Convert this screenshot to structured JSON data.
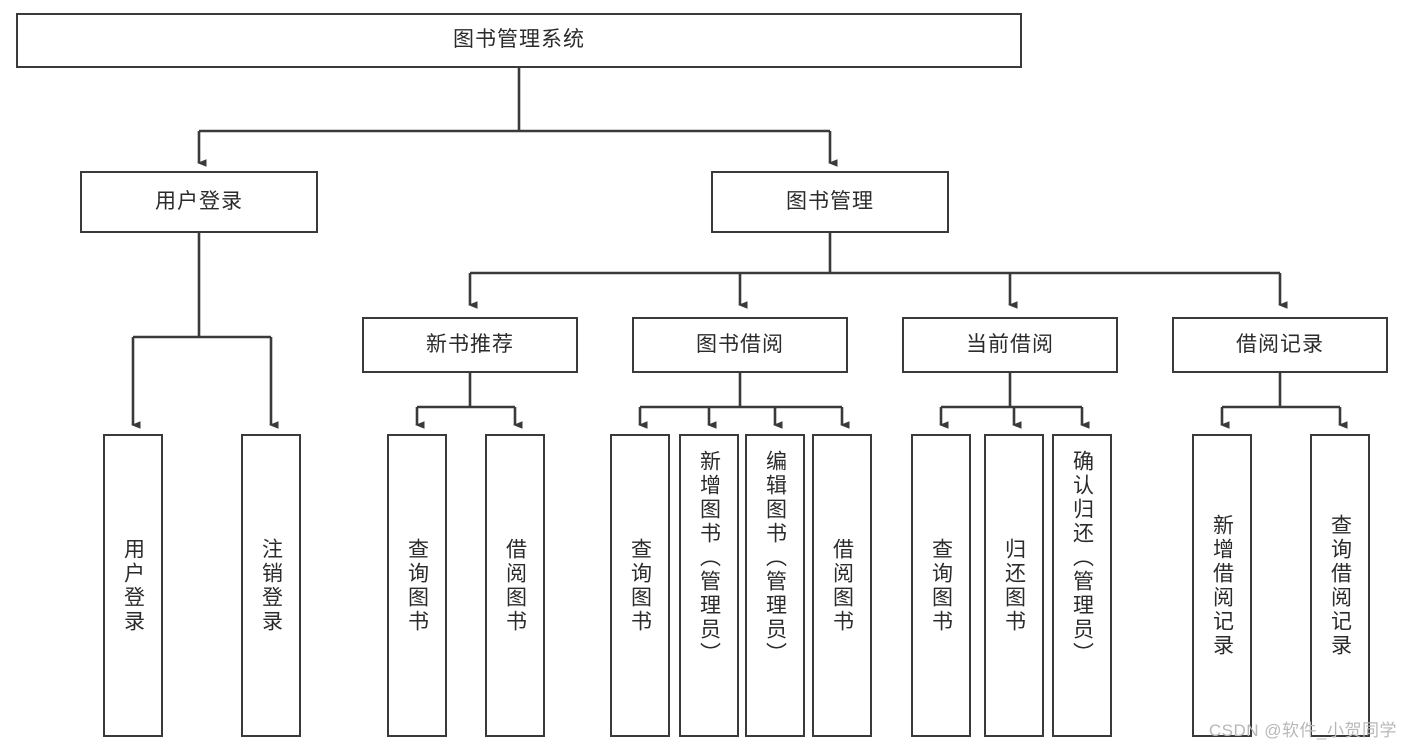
{
  "diagram": {
    "title_node": {
      "label": "图书管理系统"
    },
    "level2": [
      {
        "id": "user-login",
        "label": "用户登录"
      },
      {
        "id": "book-management",
        "label": "图书管理"
      }
    ],
    "level3": [
      {
        "id": "new-book-recommend",
        "label": "新书推荐"
      },
      {
        "id": "book-borrow",
        "label": "图书借阅"
      },
      {
        "id": "current-borrow",
        "label": "当前借阅"
      },
      {
        "id": "borrow-record",
        "label": "借阅记录"
      }
    ],
    "leaves": [
      {
        "id": "leaf-user-login",
        "label": "用户登录",
        "group": "user-login"
      },
      {
        "id": "leaf-logout-login",
        "label": "注销登录",
        "group": "user-login"
      },
      {
        "id": "leaf-query-book-1",
        "label": "查询图书",
        "group": "new-book-recommend"
      },
      {
        "id": "leaf-borrow-book-1",
        "label": "借阅图书",
        "group": "new-book-recommend"
      },
      {
        "id": "leaf-query-book-2",
        "label": "查询图书",
        "group": "book-borrow"
      },
      {
        "id": "leaf-add-book",
        "label": "新增图书（管理员）",
        "group": "book-borrow"
      },
      {
        "id": "leaf-edit-book",
        "label": "编辑图书（管理员）",
        "group": "book-borrow"
      },
      {
        "id": "leaf-borrow-book-2",
        "label": "借阅图书",
        "group": "book-borrow"
      },
      {
        "id": "leaf-query-book-3",
        "label": "查询图书",
        "group": "current-borrow"
      },
      {
        "id": "leaf-return-book",
        "label": "归还图书",
        "group": "current-borrow"
      },
      {
        "id": "leaf-confirm-return",
        "label": "确认归还（管理员）",
        "group": "current-borrow"
      },
      {
        "id": "leaf-add-record",
        "label": "新增借阅记录",
        "group": "borrow-record"
      },
      {
        "id": "leaf-query-record",
        "label": "查询借阅记录",
        "group": "borrow-record"
      }
    ],
    "watermark": "CSDN @软件_小贺同学",
    "colors": {
      "box_stroke": "#3a3a3a",
      "box_fill": "#ffffff",
      "connector": "#3a3a3a",
      "text": "#2b2b2b",
      "watermark": "#b8b8b8",
      "background": "#ffffff"
    }
  }
}
